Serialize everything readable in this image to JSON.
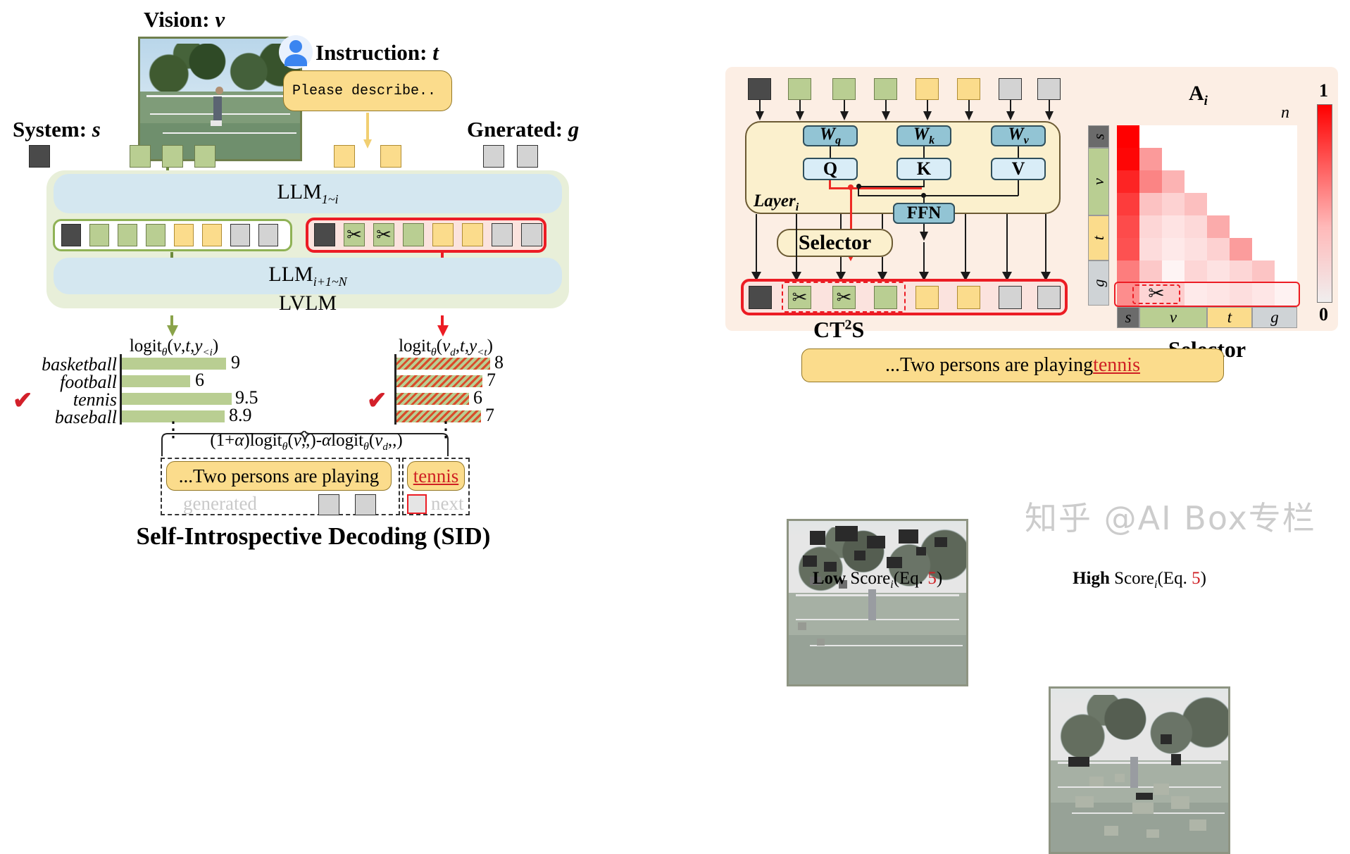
{
  "left": {
    "vision_label": "Vision: v",
    "system_label": "System: s",
    "instruction_label": "Instruction: t",
    "generated_label": "Gnerated: g",
    "instruction_text": "Please describe..",
    "llm_first_label": "LLM",
    "llm_first_sub": "1~i",
    "llm_second_label": "LLM",
    "llm_second_sub": "i+1~N",
    "lvlm_label": "LVLM",
    "logit_left": "logitθ(v,t,y<i)",
    "logit_right": "logitθ(vd,t,y<t)",
    "formula": "(1+α)logitθ(v,,)-αlogitθ(vd,,)",
    "output_text": "...Two persons are playing",
    "output_next_word": "tennis",
    "generated_tag": "generated",
    "next_tag": "next",
    "title": "Self-Introspective Decoding (SID)",
    "checkmark": "√",
    "ellipsis": "⋮"
  },
  "chart_data": [
    {
      "type": "bar",
      "orientation": "horizontal",
      "title": "logitθ(v,t,y<i)",
      "categories": [
        "basketball",
        "football",
        "tennis",
        "baseball"
      ],
      "values": [
        9,
        6,
        9.5,
        8.9
      ],
      "value_labels": [
        "9",
        "6",
        "9.5",
        "8.9"
      ],
      "highlighted_category": "tennis",
      "bar_color": "#b9ce92",
      "xlim": [
        0,
        11
      ],
      "grid": false
    },
    {
      "type": "bar",
      "orientation": "horizontal",
      "title": "logitθ(vd,t,y<t)",
      "categories": [
        "",
        "",
        "",
        ""
      ],
      "values": [
        8,
        7,
        6,
        7
      ],
      "value_labels": [
        "8",
        "7",
        "6",
        "7"
      ],
      "highlighted_index": 2,
      "bar_color": "#b9ce92",
      "bar_pattern": "red-diagonal-hatch",
      "xlim": [
        0,
        11
      ],
      "grid": false
    }
  ],
  "right": {
    "panel_title": "CT2S",
    "panel_title_html": "CT<sup>2</sup>S",
    "layer_label": "Layer",
    "layer_sub": "i",
    "wq": "Wq",
    "wk": "Wk",
    "wv": "Wv",
    "q": "Q",
    "k": "K",
    "v": "V",
    "ffn": "FFN",
    "selector": "Selector",
    "matrix_title": "A",
    "matrix_title_sub": "i",
    "matrix_n_label": "n",
    "colorbar_max": "1",
    "colorbar_min": "0",
    "selector_caption": "Selector",
    "row_labels": [
      "s",
      "v",
      "t",
      "g"
    ],
    "col_labels": [
      "s",
      "v",
      "t",
      "g"
    ],
    "answer_text": "...Two persons are playing ",
    "answer_highlight": "tennis",
    "low_caption_bold": "Low",
    "low_caption_rest": " Score",
    "low_caption_sub": "i",
    "low_caption_eq": "(Eq. ",
    "low_caption_eqnum": "5",
    "low_caption_close": ")",
    "high_caption_bold": "High",
    "high_caption_rest": " Score",
    "high_caption_sub": "i",
    "high_caption_eq": "(Eq. ",
    "high_caption_eqnum": "5",
    "high_caption_close": ")"
  },
  "watermark": "知乎 @AI Box专栏",
  "colors": {
    "system_token": "#4a4a4a",
    "vision_token": "#b9ce92",
    "text_token": "#fbdc8c",
    "generated_token": "#d3d3d3",
    "accent_red": "#ec1c24",
    "accent_green": "#8fb255",
    "panel_bg": "#fceee4",
    "llm_band": "#d4e7f0",
    "lvlm_bg": "#e8efd9"
  }
}
